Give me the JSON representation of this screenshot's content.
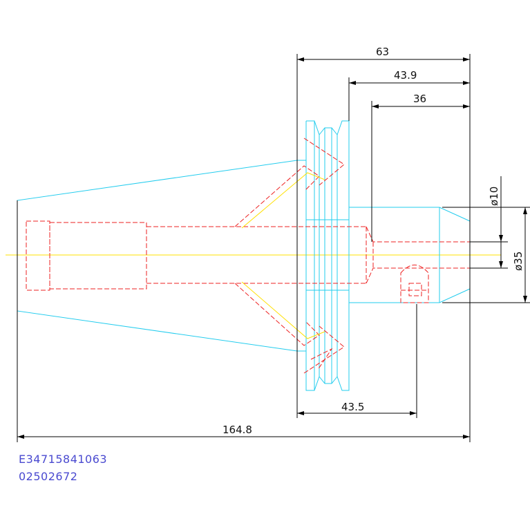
{
  "dimensions": {
    "d63": "63",
    "d43_9": "43.9",
    "d36": "36",
    "d43_5": "43.5",
    "d164_8": "164.8",
    "dia10": "ø10",
    "dia35": "ø35"
  },
  "codes": {
    "line1": "E34715841063",
    "line2": "02502672"
  },
  "colors": {
    "outline": "#22ccee",
    "hidden": "#ee2222",
    "centerline": "#ffe000",
    "dimension": "#000000",
    "code_text": "#4a4ad0"
  }
}
